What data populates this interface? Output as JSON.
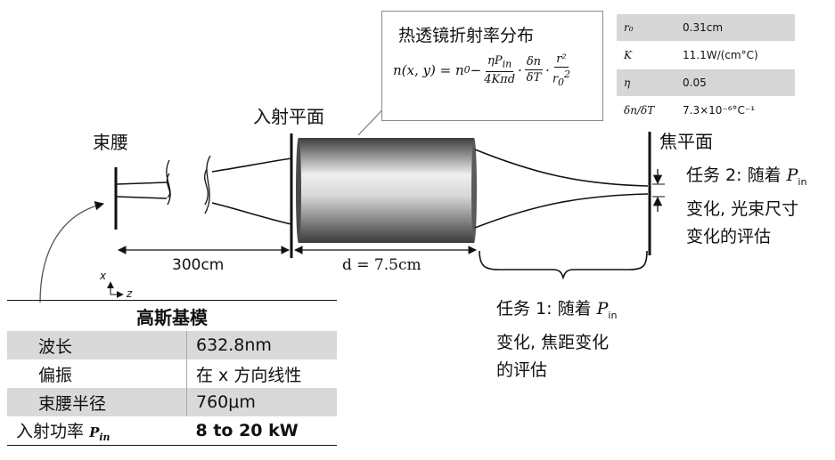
{
  "labels": {
    "waist": "束腰",
    "input_plane": "入射平面",
    "focal_plane": "焦平面",
    "distance": "300cm",
    "length": "d = 7.5cm",
    "axis_x": "x",
    "axis_z": "z"
  },
  "callout": {
    "title": "热透镜折射率分布",
    "formula": {
      "lhs": "n(x, y) = n",
      "lhs_sub": "0",
      "minus": " − ",
      "f1_num": "ηP",
      "f1_num_sub": "in",
      "f1_den": "4Kπd",
      "f2_num": "δn",
      "f2_den": "δT",
      "f3_num": "r²",
      "f3_den": "r",
      "f3_den_sub": "0",
      "f3_den_sup": "2",
      "dot": "·"
    }
  },
  "params": [
    {
      "symbol": "r₀",
      "value": "0.31cm"
    },
    {
      "symbol": "K",
      "value": "11.1W/(cm°C)"
    },
    {
      "symbol": "η",
      "value": "0.05"
    },
    {
      "symbol": "δn/δT",
      "value": "7.3×10⁻⁶°C⁻¹"
    }
  ],
  "gaussian": {
    "title": "高斯基模",
    "rows": [
      {
        "key": "波长",
        "value": "632.8nm"
      },
      {
        "key": "偏振",
        "value": "在 x 方向线性"
      },
      {
        "key": "束腰半径",
        "value": "760μm"
      },
      {
        "key": "入射功率",
        "key_sym": "P",
        "key_sym_sub": "in",
        "value": "8 to 20 kW"
      }
    ]
  },
  "task1": {
    "line1_pre": "任务 1: 随着 ",
    "sym": "P",
    "sym_sub": "in",
    "line2": "变化, 焦距变化",
    "line3": "的评估"
  },
  "task2": {
    "line1_pre": "任务 2: 随着 ",
    "sym": "P",
    "sym_sub": "in",
    "line2": "变化, 光束尺寸",
    "line3": "变化的评估"
  },
  "colors": {
    "crystal_dark": "#3a3a3a",
    "crystal_light": "#f0f0f0",
    "line": "#111111",
    "table_shade": "#d6d6d6"
  }
}
